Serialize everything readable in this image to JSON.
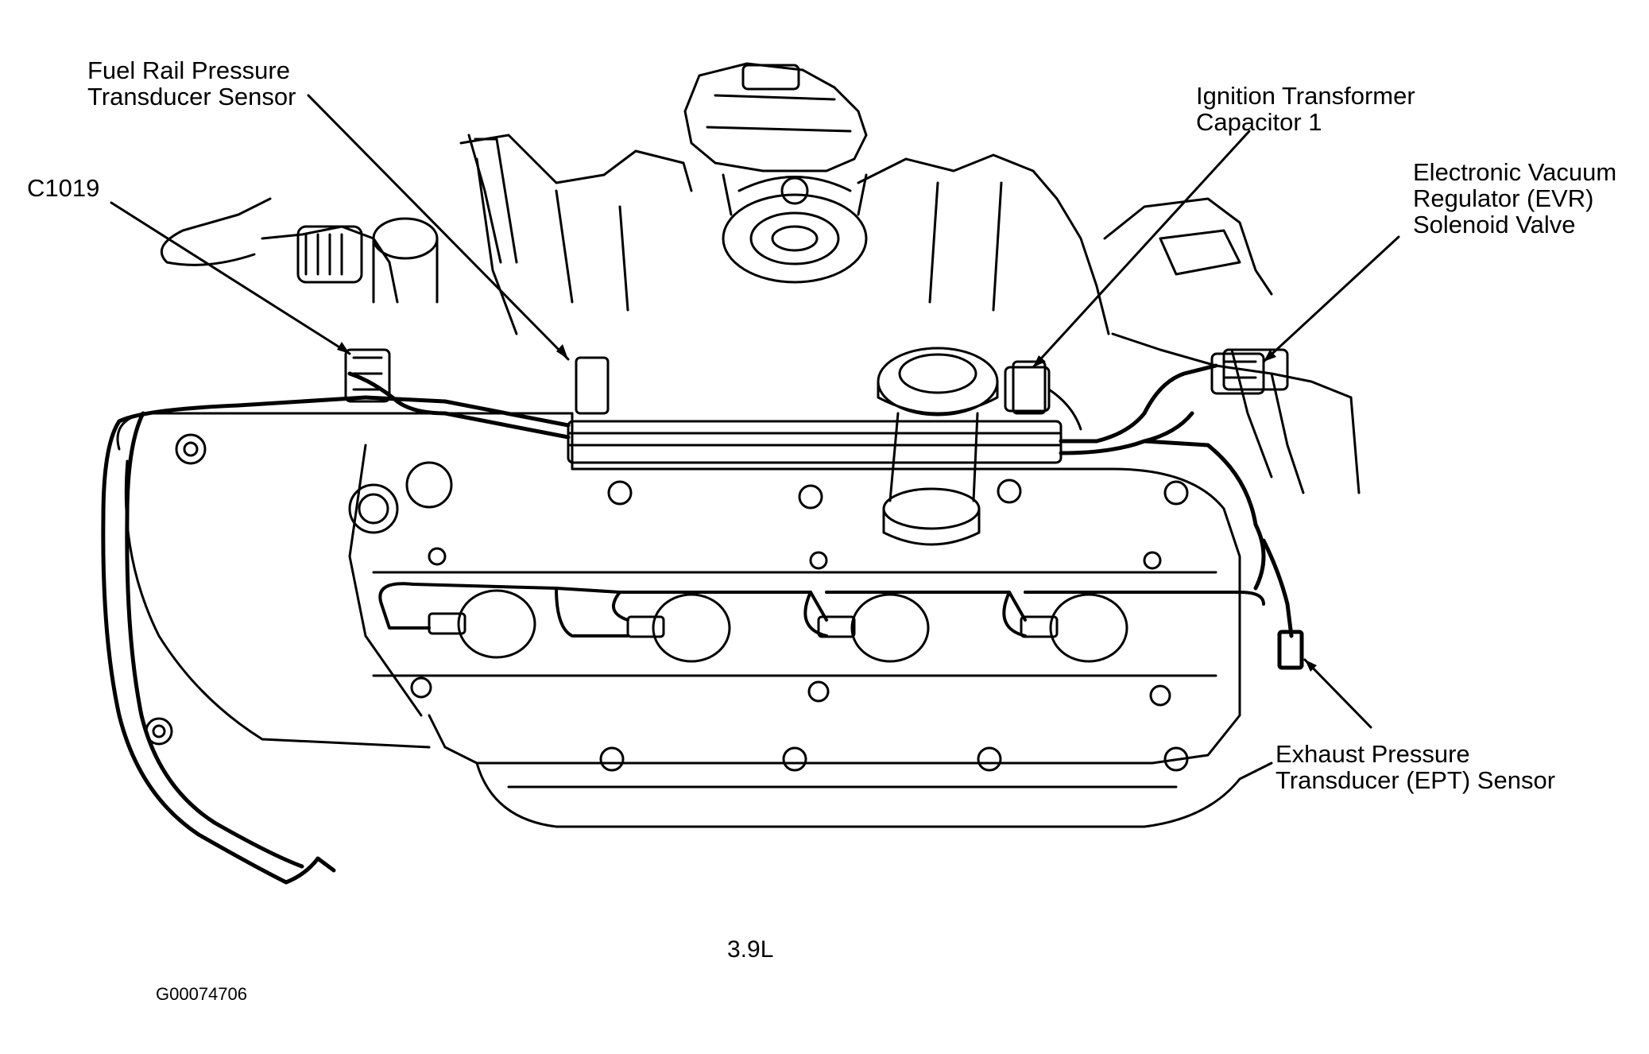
{
  "colors": {
    "ink": "#000000",
    "paper": "#ffffff"
  },
  "labels": {
    "fuel_rail_sensor": [
      "Fuel Rail Pressure",
      "Transducer Sensor"
    ],
    "c1019": [
      "C1019"
    ],
    "ignition_transformer": [
      "Ignition Transformer",
      "Capacitor 1"
    ],
    "evr_valve": [
      "Electronic Vacuum",
      "Regulator (EVR)",
      "Solenoid Valve"
    ],
    "ept_sensor": [
      "Exhaust Pressure",
      "Transducer (EPT) Sensor"
    ]
  },
  "caption": "3.9L",
  "figure_id": "G00074706"
}
